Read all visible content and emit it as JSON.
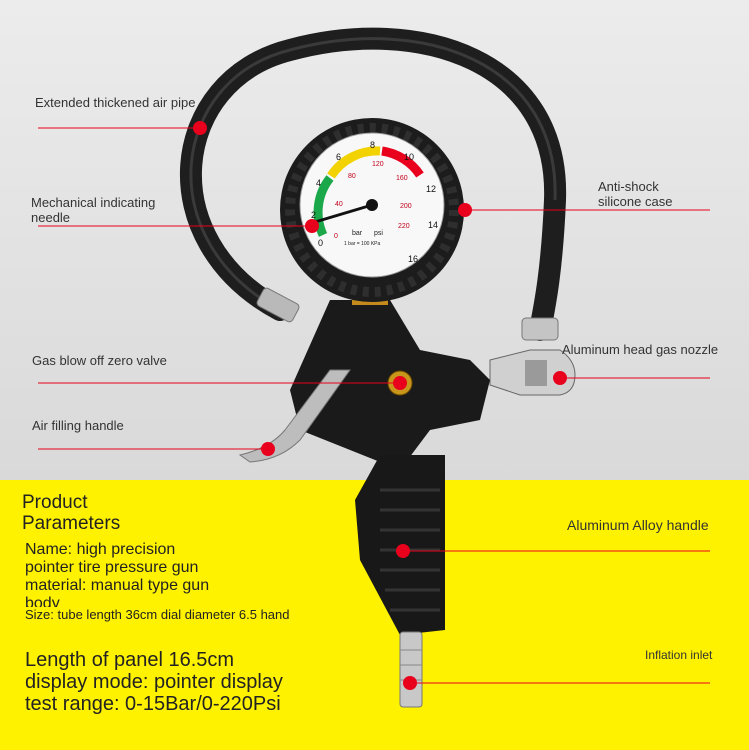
{
  "labels": {
    "air_pipe": "Extended thickened air pipe",
    "needle": "Mechanical indicating\nneedle",
    "silicone_case": "Anti-shock\nsilicone case",
    "zero_valve": "Gas blow off zero valve",
    "nozzle": "Aluminum head gas nozzle",
    "filling_handle": "Air filling handle",
    "alloy_handle": "Aluminum Alloy handle",
    "inlet": "Inflation inlet"
  },
  "parameters": {
    "title_1": "Product",
    "title_2": "Parameters",
    "name_1": "Name: high precision",
    "name_2": "pointer tire pressure gun",
    "material_1": "material: manual type gun",
    "material_2": "body",
    "size": "Size: tube length 36cm dial diameter 6.5 hand",
    "panel_length": "Length of panel 16.5cm",
    "display_mode": "display mode: pointer display",
    "test_range": "test range: 0-15Bar/0-220Psi"
  },
  "gauge": {
    "bar_ticks": [
      "0",
      "2",
      "4",
      "6",
      "8",
      "10",
      "12",
      "14",
      "16"
    ],
    "psi_ticks": [
      "0",
      "40",
      "80",
      "120",
      "160",
      "200",
      "220"
    ],
    "unit_bar": "bar",
    "unit_psi": "psi",
    "footnote": "1 bar = 100 KPa"
  },
  "colors": {
    "marker": "#e8001c",
    "yellow": "#fff200",
    "line": "#e8001c"
  }
}
